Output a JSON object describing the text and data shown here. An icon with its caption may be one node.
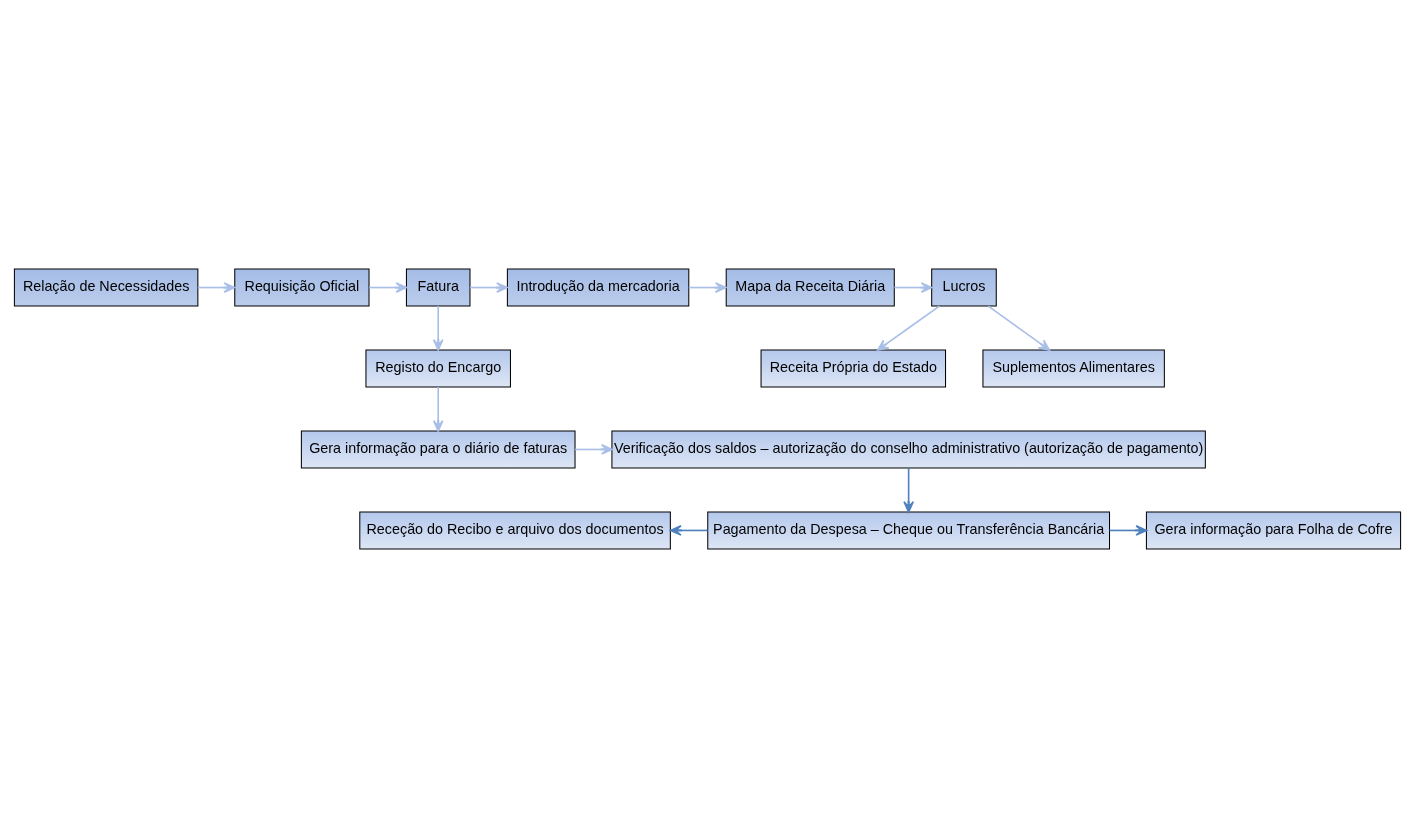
{
  "diagram": {
    "nodes": [
      {
        "text": [
          "Relação de Necessidades"
        ]
      },
      {
        "text": [
          "Requisição Oficial"
        ]
      },
      {
        "text": [
          "Fatura"
        ]
      },
      {
        "text": [
          "Introdução da mercadoria"
        ]
      },
      {
        "text": [
          "Mapa da Receita Diária"
        ]
      },
      {
        "text": [
          "Lucros"
        ]
      },
      {
        "text": [
          "Receita Própria do Estado"
        ]
      },
      {
        "text": [
          "Suplementos Alimentares"
        ]
      },
      {
        "text": [
          "Registo do Encargo"
        ]
      },
      {
        "text": [
          "Gera informação para o diário de faturas"
        ]
      },
      {
        "text": [
          "Verificação dos saldos – autorização do conselho administrativo (autorização de pagamento)"
        ]
      },
      {
        "text": [
          "Receção do Recibo e arquivo dos documentos"
        ]
      },
      {
        "text": [
          "Pagamento da Despesa – Cheque ou Transferência Bancária"
        ]
      },
      {
        "text": [
          "Gera informação para Folha de Cofre"
        ]
      }
    ],
    "edges": [
      {
        "from": 0,
        "to": 1,
        "arrow": "to"
      },
      {
        "from": 1,
        "to": 2,
        "arrow": "to"
      },
      {
        "from": 2,
        "to": 3,
        "arrow": "to"
      },
      {
        "from": 3,
        "to": 4,
        "arrow": "to"
      },
      {
        "from": 4,
        "to": 5,
        "arrow": "to"
      },
      {
        "from": 5,
        "to": 6,
        "arrow": "to"
      },
      {
        "from": 5,
        "to": 7,
        "arrow": "to"
      },
      {
        "from": 2,
        "to": 8,
        "arrow": "to"
      },
      {
        "from": 8,
        "to": 9,
        "arrow": "to"
      },
      {
        "from": 9,
        "to": 10,
        "arrow": "to"
      },
      {
        "from": 10,
        "to": 12,
        "arrow": "to",
        "color": "#4f81bd"
      },
      {
        "from": 12,
        "to": 11,
        "arrow": "to",
        "color": "#4f81bd"
      },
      {
        "from": 12,
        "to": 13,
        "arrow": "to",
        "color": "#4f81bd"
      }
    ]
  }
}
